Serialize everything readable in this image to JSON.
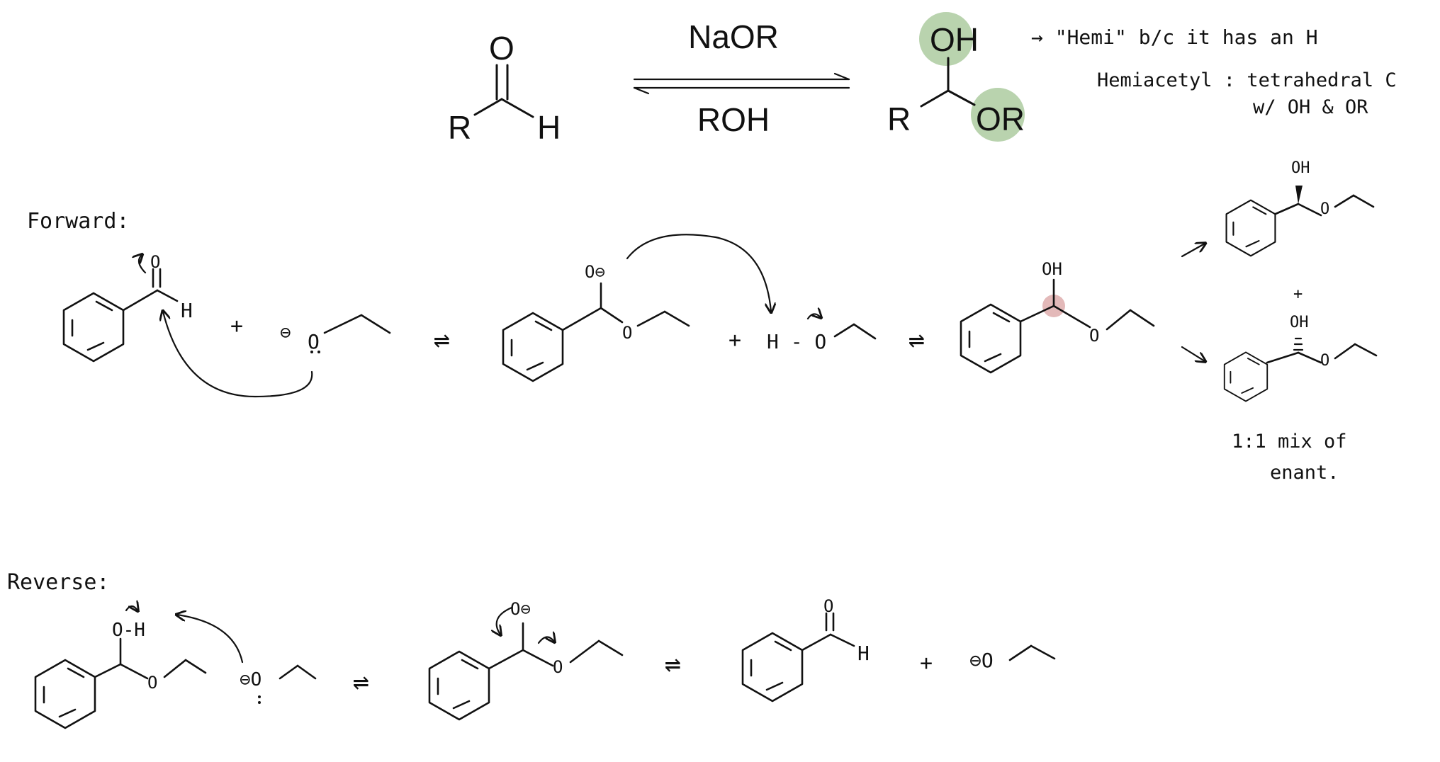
{
  "colors": {
    "ink": "#111111",
    "highlight_green": "#b9d3ae",
    "highlight_pink": "#e3b9b9"
  },
  "top": {
    "aldehyde": {
      "O": "O",
      "R": "R",
      "H": "H"
    },
    "reagent_top": "NaOR",
    "reagent_bottom": "ROH",
    "hemiacetal": {
      "OH": "OH",
      "R": "R",
      "OR": "OR"
    },
    "note_line1": "→ \"Hemi\" b/c it has an H",
    "note_line2": "Hemiacetyl : tetrahedral C",
    "note_line3": "w/ OH & OR"
  },
  "forward": {
    "label": "Forward:",
    "aldehyde_O": "O",
    "aldehyde_H": "H",
    "plus1": "+",
    "ethoxide_O": "O",
    "ethoxide_charge": "⊖",
    "equilibrium": "⇌",
    "intermediate_O": "O⊖",
    "intermediate_ether_O": "O",
    "plus2": "+",
    "ethanol": "H - O",
    "hemiacetal_OH": "OH",
    "hemiacetal_ether_O": "O",
    "enant_top_OH": "OH",
    "enant_top_O": "O",
    "enant_plus": "+",
    "enant_bottom_OH": "OH",
    "enant_bottom_O": "O",
    "mix_line1": "1:1 mix of",
    "mix_line2": "enant."
  },
  "reverse": {
    "label": "Reverse:",
    "hemiacetal_OH": "O-H",
    "hemiacetal_ether_O": "O",
    "ethoxide": "⊖O",
    "equilibrium": "⇌",
    "intermediate_O": "O⊖",
    "intermediate_ether_O": "O",
    "aldehyde_O": "O",
    "aldehyde_H": "H",
    "plus": "+",
    "ethoxide_product": "⊖O"
  }
}
